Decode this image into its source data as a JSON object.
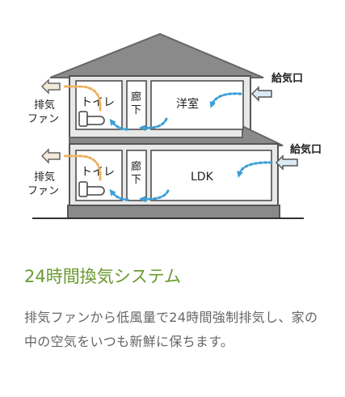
{
  "diagram": {
    "exhaust_label": [
      "排気",
      "ファン"
    ],
    "supply_label": "給気口",
    "upper_floor": {
      "toilet": "トイレ",
      "hallway": [
        "廊",
        "下"
      ],
      "room": "洋室"
    },
    "lower_floor": {
      "toilet": "トイレ",
      "hallway": [
        "廊",
        "下"
      ],
      "room": "LDK"
    },
    "colors": {
      "exhaust_arrow": "#f0b060",
      "supply_arrow": "#3a9fd8",
      "roof": "#7a7a7a",
      "wall": "#5a5a5a"
    }
  },
  "section": {
    "title": "24時間換気システム",
    "body": "排気ファンから低風量で24時間強制排気し、家の中の空気をいつも新鮮に保ちます。"
  }
}
